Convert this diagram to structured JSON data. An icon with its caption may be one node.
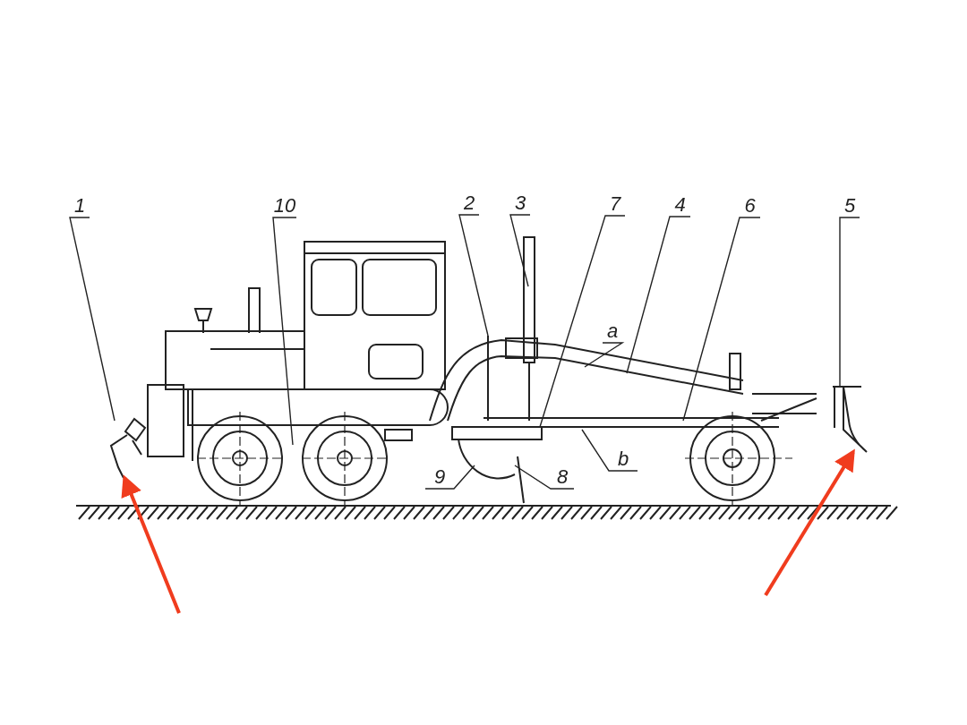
{
  "diagram": {
    "nodes": [
      {
        "text": [
          "1"
        ]
      },
      {
        "text": [
          "10"
        ]
      },
      {
        "text": [
          "2"
        ]
      },
      {
        "text": [
          "3"
        ]
      },
      {
        "text": [
          "7"
        ]
      },
      {
        "text": [
          "4"
        ]
      },
      {
        "text": [
          "6"
        ]
      },
      {
        "text": [
          "5"
        ]
      },
      {
        "text": [
          "a"
        ]
      },
      {
        "text": [
          "b"
        ]
      },
      {
        "text": [
          "9"
        ]
      },
      {
        "text": [
          "8"
        ]
      },
      {
        "text": [],
        "shape": "picture"
      },
      {
        "text": [],
        "shape": "picture"
      }
    ],
    "edges": [
      {
        "from": 0,
        "to": 12,
        "arrow": "none"
      },
      {
        "from": 1,
        "to": null,
        "arrow": "none"
      },
      {
        "from": 2,
        "to": null,
        "arrow": "none"
      },
      {
        "from": 3,
        "to": null,
        "arrow": "none"
      },
      {
        "from": 4,
        "to": null,
        "arrow": "none"
      },
      {
        "from": 5,
        "to": null,
        "arrow": "none"
      },
      {
        "from": 6,
        "to": null,
        "arrow": "none"
      },
      {
        "from": 7,
        "to": 13,
        "arrow": "none"
      },
      {
        "from": 8,
        "to": null,
        "arrow": "none"
      },
      {
        "from": 9,
        "to": null,
        "arrow": "none"
      },
      {
        "from": 10,
        "to": null,
        "arrow": "none"
      },
      {
        "from": 11,
        "to": null,
        "arrow": "none"
      },
      {
        "from": null,
        "to": 12,
        "arrow": "to",
        "style": "thick",
        "color": "#f03c1e"
      },
      {
        "from": null,
        "to": 13,
        "arrow": "to",
        "style": "thick",
        "color": "#f03c1e"
      }
    ]
  }
}
